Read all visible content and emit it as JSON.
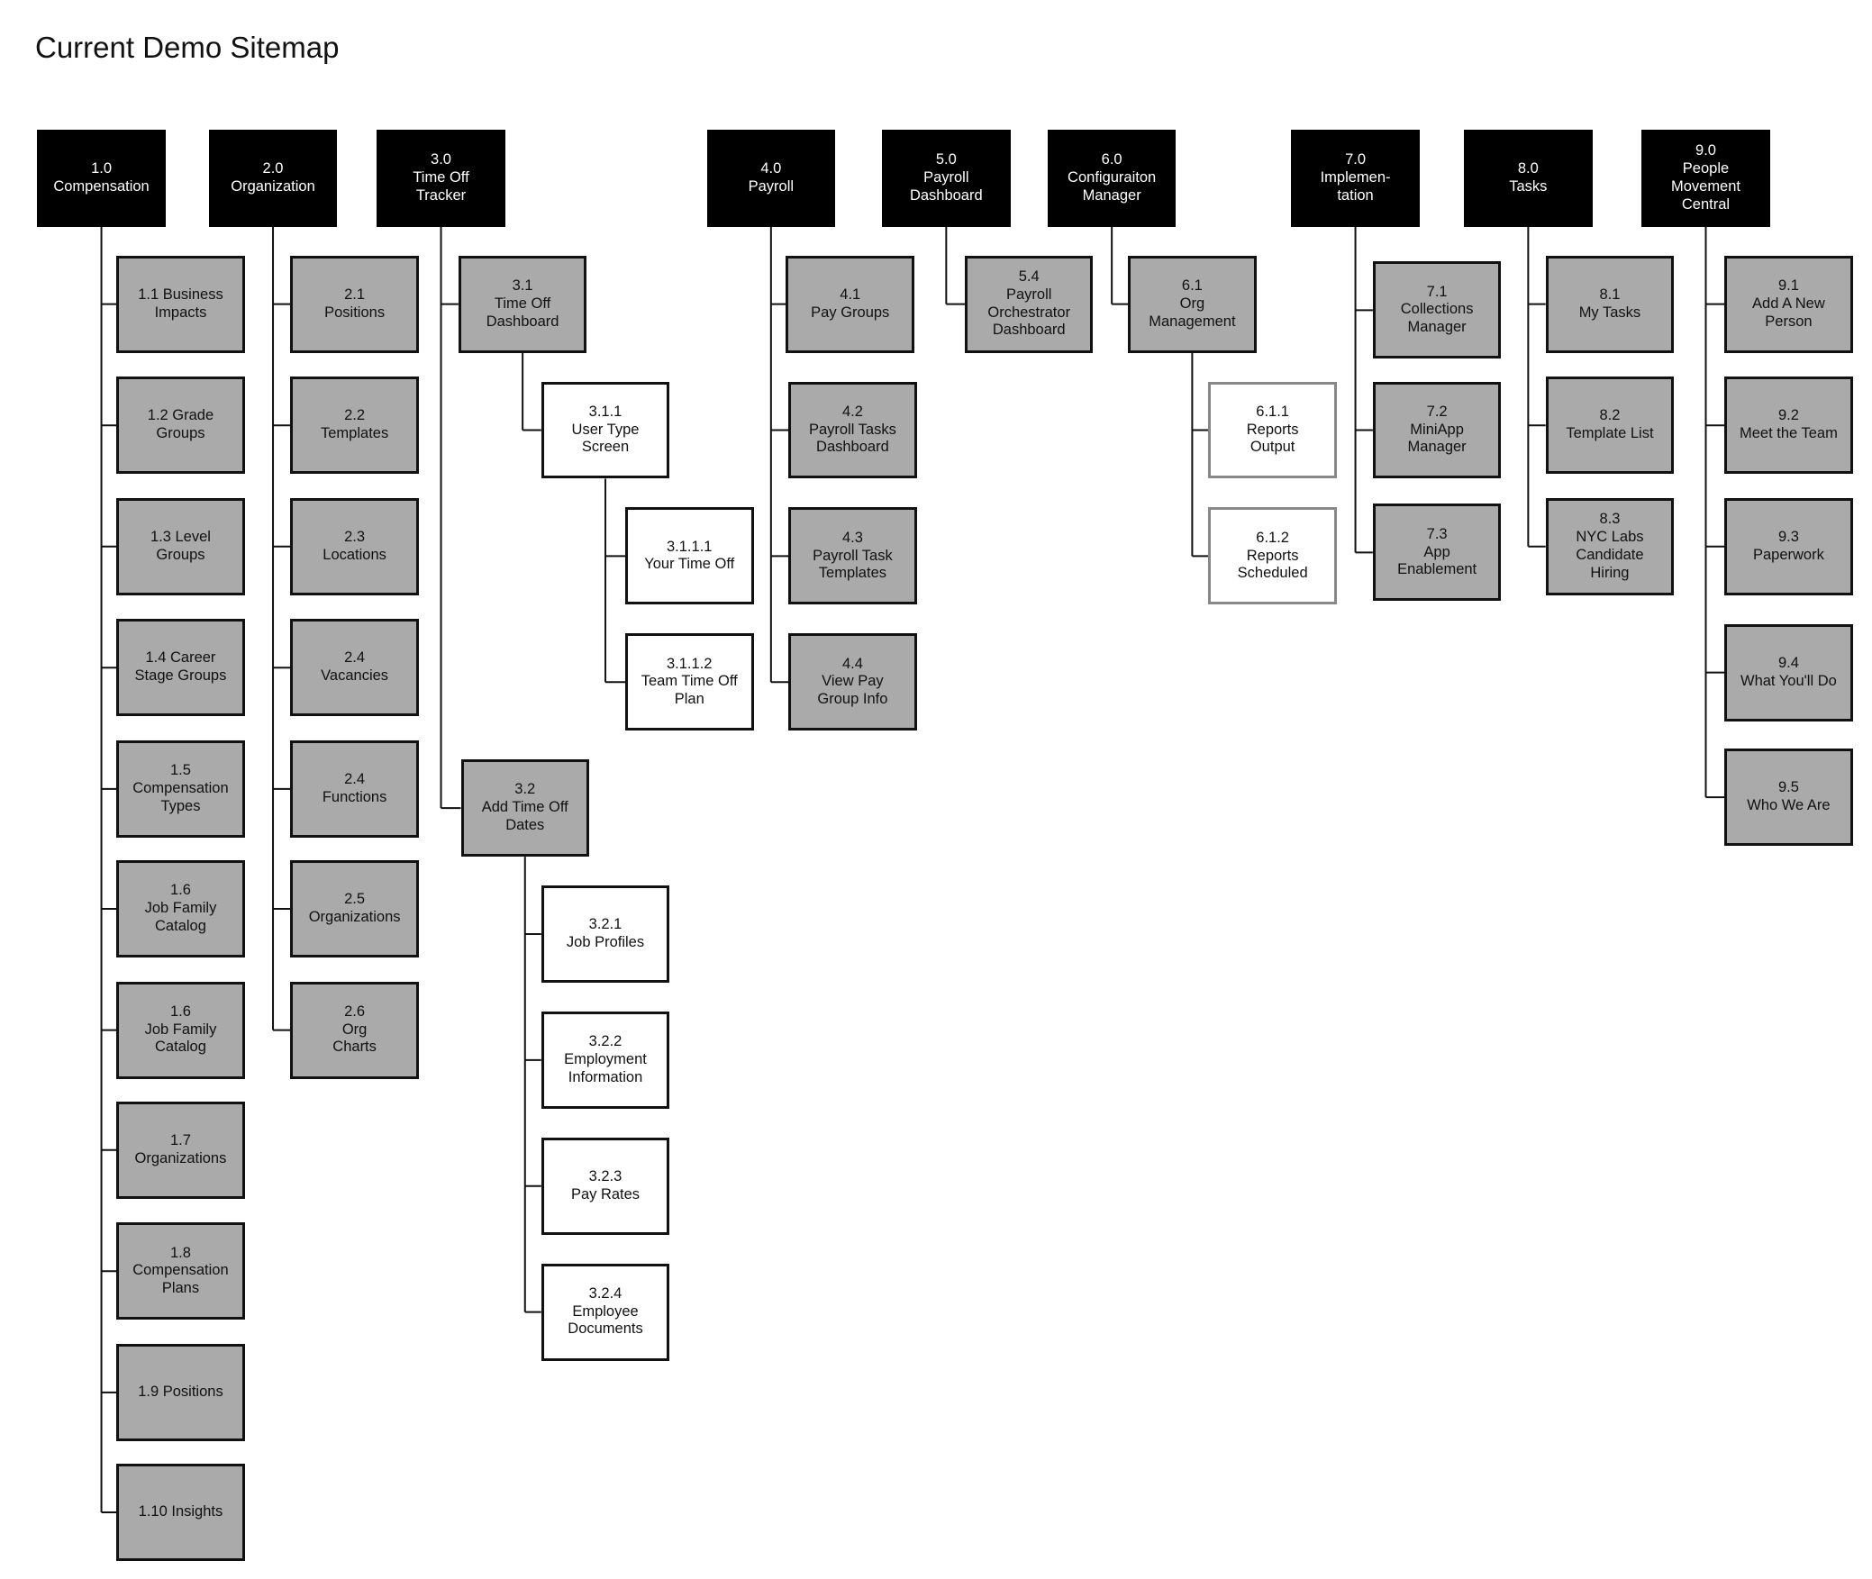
{
  "title": "Current Demo Sitemap",
  "colors": {
    "top": "#000000",
    "section": "#aaaaaa",
    "leaf": "#ffffff",
    "line": "#111111"
  },
  "nodes": [
    {
      "id": "n1",
      "label": "1.0\nCompensation",
      "style": "top"
    },
    {
      "id": "n2",
      "label": "2.0\nOrganization",
      "style": "top"
    },
    {
      "id": "n3",
      "label": "3.0\nTime Off\nTracker",
      "style": "top"
    },
    {
      "id": "n4",
      "label": "4.0\nPayroll",
      "style": "top"
    },
    {
      "id": "n5",
      "label": "5.0\nPayroll\nDashboard",
      "style": "top"
    },
    {
      "id": "n6",
      "label": "6.0\nConfiguraiton\nManager",
      "style": "top"
    },
    {
      "id": "n7",
      "label": "7.0\nImplemen-\ntation",
      "style": "top"
    },
    {
      "id": "n8",
      "label": "8.0\nTasks",
      "style": "top"
    },
    {
      "id": "n9",
      "label": "9.0\nPeople\nMovement\nCentral",
      "style": "top"
    },
    {
      "id": "n1_1",
      "label": "1.1 Business\nImpacts",
      "style": "gray"
    },
    {
      "id": "n1_2",
      "label": "1.2 Grade\nGroups",
      "style": "gray"
    },
    {
      "id": "n1_3",
      "label": "1.3 Level\nGroups",
      "style": "gray"
    },
    {
      "id": "n1_4",
      "label": "1.4 Career\nStage Groups",
      "style": "gray"
    },
    {
      "id": "n1_5",
      "label": "1.5\nCompensation\nTypes",
      "style": "gray"
    },
    {
      "id": "n1_6a",
      "label": "1.6\nJob Family\nCatalog",
      "style": "gray"
    },
    {
      "id": "n1_6b",
      "label": "1.6\nJob Family\nCatalog",
      "style": "gray"
    },
    {
      "id": "n1_7",
      "label": "1.7\nOrganizations",
      "style": "gray"
    },
    {
      "id": "n1_8",
      "label": "1.8\nCompensation\nPlans",
      "style": "gray"
    },
    {
      "id": "n1_9",
      "label": "1.9 Positions",
      "style": "gray"
    },
    {
      "id": "n1_10",
      "label": "1.10 Insights",
      "style": "gray"
    },
    {
      "id": "n2_1",
      "label": "2.1\nPositions",
      "style": "gray"
    },
    {
      "id": "n2_2",
      "label": "2.2\nTemplates",
      "style": "gray"
    },
    {
      "id": "n2_3",
      "label": "2.3\nLocations",
      "style": "gray"
    },
    {
      "id": "n2_4a",
      "label": "2.4\nVacancies",
      "style": "gray"
    },
    {
      "id": "n2_4b",
      "label": "2.4\nFunctions",
      "style": "gray"
    },
    {
      "id": "n2_5",
      "label": "2.5\nOrganizations",
      "style": "gray"
    },
    {
      "id": "n2_6",
      "label": "2.6\nOrg\nCharts",
      "style": "gray"
    },
    {
      "id": "n3_1",
      "label": "3.1\nTime Off\nDashboard",
      "style": "gray"
    },
    {
      "id": "n3_1_1",
      "label": "3.1.1\nUser Type\nScreen",
      "style": "white"
    },
    {
      "id": "n3_1_1_1",
      "label": "3.1.1.1\nYour Time Off",
      "style": "white"
    },
    {
      "id": "n3_1_1_2",
      "label": "3.1.1.2\nTeam Time Off\nPlan",
      "style": "white"
    },
    {
      "id": "n3_2",
      "label": "3.2\nAdd Time Off\nDates",
      "style": "gray"
    },
    {
      "id": "n3_2_1",
      "label": "3.2.1\nJob Profiles",
      "style": "white"
    },
    {
      "id": "n3_2_2",
      "label": "3.2.2\nEmployment\nInformation",
      "style": "white"
    },
    {
      "id": "n3_2_3",
      "label": "3.2.3\nPay Rates",
      "style": "white"
    },
    {
      "id": "n3_2_4",
      "label": "3.2.4\nEmployee\nDocuments",
      "style": "white"
    },
    {
      "id": "n4_1",
      "label": "4.1\nPay Groups",
      "style": "gray"
    },
    {
      "id": "n4_2",
      "label": "4.2\nPayroll Tasks\nDashboard",
      "style": "gray"
    },
    {
      "id": "n4_3",
      "label": "4.3\nPayroll Task\nTemplates",
      "style": "gray"
    },
    {
      "id": "n4_4",
      "label": "4.4\nView Pay\nGroup Info",
      "style": "gray"
    },
    {
      "id": "n5_4",
      "label": "5.4\nPayroll\nOrchestrator\nDashboard",
      "style": "gray"
    },
    {
      "id": "n6_1",
      "label": "6.1\nOrg\nManagement",
      "style": "gray"
    },
    {
      "id": "n6_1_1",
      "label": "6.1.1\nReports\nOutput",
      "style": "whitegray"
    },
    {
      "id": "n6_1_2",
      "label": "6.1.2\nReports\nScheduled",
      "style": "whitegray"
    },
    {
      "id": "n7_1",
      "label": "7.1\nCollections\nManager",
      "style": "gray"
    },
    {
      "id": "n7_2",
      "label": "7.2\nMiniApp\nManager",
      "style": "gray"
    },
    {
      "id": "n7_3",
      "label": "7.3\nApp\nEnablement",
      "style": "gray"
    },
    {
      "id": "n8_1",
      "label": "8.1\nMy Tasks",
      "style": "gray"
    },
    {
      "id": "n8_2",
      "label": "8.2\nTemplate List",
      "style": "gray"
    },
    {
      "id": "n8_3",
      "label": "8.3\nNYC Labs\nCandidate\nHiring",
      "style": "gray"
    },
    {
      "id": "n9_1",
      "label": "9.1\nAdd A New\nPerson",
      "style": "gray"
    },
    {
      "id": "n9_2",
      "label": "9.2\nMeet the Team",
      "style": "gray"
    },
    {
      "id": "n9_3",
      "label": "9.3\nPaperwork",
      "style": "gray"
    },
    {
      "id": "n9_4",
      "label": "9.4\nWhat You'll Do",
      "style": "gray"
    },
    {
      "id": "n9_5",
      "label": "9.5\nWho We Are",
      "style": "gray"
    }
  ],
  "edges": [
    [
      "n1",
      "n1_1"
    ],
    [
      "n1",
      "n1_2"
    ],
    [
      "n1",
      "n1_3"
    ],
    [
      "n1",
      "n1_4"
    ],
    [
      "n1",
      "n1_5"
    ],
    [
      "n1",
      "n1_6a"
    ],
    [
      "n1",
      "n1_6b"
    ],
    [
      "n1",
      "n1_7"
    ],
    [
      "n1",
      "n1_8"
    ],
    [
      "n1",
      "n1_9"
    ],
    [
      "n1",
      "n1_10"
    ],
    [
      "n2",
      "n2_1"
    ],
    [
      "n2",
      "n2_2"
    ],
    [
      "n2",
      "n2_3"
    ],
    [
      "n2",
      "n2_4a"
    ],
    [
      "n2",
      "n2_4b"
    ],
    [
      "n2",
      "n2_5"
    ],
    [
      "n2",
      "n2_6"
    ],
    [
      "n3",
      "n3_1"
    ],
    [
      "n3",
      "n3_2"
    ],
    [
      "n3_1",
      "n3_1_1"
    ],
    [
      "n3_1_1",
      "n3_1_1_1"
    ],
    [
      "n3_1_1",
      "n3_1_1_2"
    ],
    [
      "n3_2",
      "n3_2_1"
    ],
    [
      "n3_2",
      "n3_2_2"
    ],
    [
      "n3_2",
      "n3_2_3"
    ],
    [
      "n3_2",
      "n3_2_4"
    ],
    [
      "n4",
      "n4_1"
    ],
    [
      "n4",
      "n4_2"
    ],
    [
      "n4",
      "n4_3"
    ],
    [
      "n4",
      "n4_4"
    ],
    [
      "n5",
      "n5_4"
    ],
    [
      "n6",
      "n6_1"
    ],
    [
      "n6_1",
      "n6_1_1"
    ],
    [
      "n6_1",
      "n6_1_2"
    ],
    [
      "n7",
      "n7_1"
    ],
    [
      "n7",
      "n7_2"
    ],
    [
      "n7",
      "n7_3"
    ],
    [
      "n8",
      "n8_1"
    ],
    [
      "n8",
      "n8_2"
    ],
    [
      "n8",
      "n8_3"
    ],
    [
      "n9",
      "n9_1"
    ],
    [
      "n9",
      "n9_2"
    ],
    [
      "n9",
      "n9_3"
    ],
    [
      "n9",
      "n9_4"
    ],
    [
      "n9",
      "n9_5"
    ]
  ]
}
